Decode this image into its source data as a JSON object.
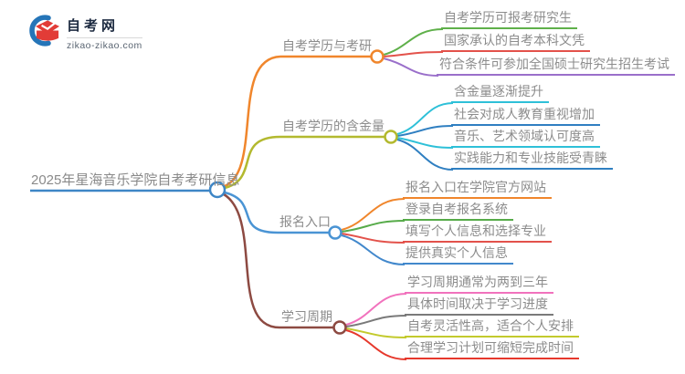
{
  "logo": {
    "title": "自考网",
    "url": "zikao-zikao.com",
    "icon": "graduation-cap-crescent-icon",
    "brand_red": "#e23c37",
    "brand_blue": "#2575b8",
    "title_color": "#1c2a40"
  },
  "center": {
    "title": "2025年星海音乐学院自考考研信息",
    "color": "#3e86c6",
    "text_color": "#8a8a8a"
  },
  "branches": [
    {
      "label": "自考学历与考研",
      "color": "#f0862c",
      "children": [
        {
          "text": "自考学历可报考研究生",
          "color": "#5fb04a"
        },
        {
          "text": "国家承认的自考本科文凭",
          "color": "#e3524b"
        },
        {
          "text": "符合条件可参加全国硕士研究生招生考试",
          "color": "#9a6fca"
        }
      ]
    },
    {
      "label": "自考学历的含金量",
      "color": "#b3b92f",
      "children": [
        {
          "text": "含金量逐渐提升",
          "color": "#2ec0d8"
        },
        {
          "text": "社会对成人教育重视增加",
          "color": "#2f7fc1"
        },
        {
          "text": "音乐、艺术领域认可度高",
          "color": "#2ec0d8"
        },
        {
          "text": "实践能力和专业技能受青睐",
          "color": "#2f7fc1"
        }
      ]
    },
    {
      "label": "报名入口",
      "color": "#4a94d4",
      "children": [
        {
          "text": "报名入口在学院官方网站",
          "color": "#f0862c"
        },
        {
          "text": "登录自考报名系统",
          "color": "#56ab49"
        },
        {
          "text": "填写个人信息和选择专业",
          "color": "#e3524b"
        },
        {
          "text": "提供真实个人信息",
          "color": "#4288cc"
        }
      ]
    },
    {
      "label": "学习周期",
      "color": "#8d4a42",
      "children": [
        {
          "text": "学习周期通常为两到三年",
          "color": "#f172bd"
        },
        {
          "text": "具体时间取决于学习进度",
          "color": "#7a7a7a"
        },
        {
          "text": "自考灵活性高，适合个人安排",
          "color": "#c3ca2d"
        },
        {
          "text": "合理学习计划可缩短完成时间",
          "color": "#e6382c"
        }
      ]
    }
  ]
}
